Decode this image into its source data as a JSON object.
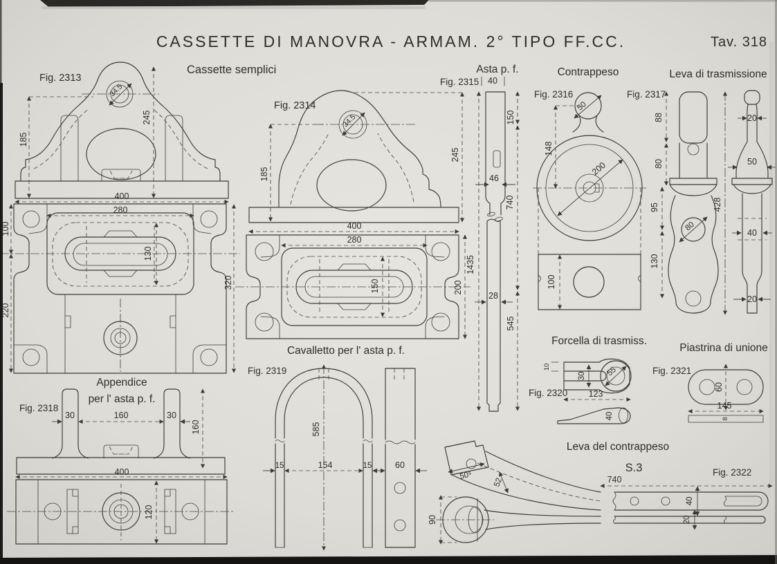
{
  "header": {
    "title": "CASSETTE DI MANOVRA - ARMAM. 2° TIPO FF.CC.",
    "plate": "Tav. 318"
  },
  "figures": {
    "cassette": {
      "section_label": "Cassette semplici",
      "fig2313": "Fig. 2313",
      "fig2314": "Fig. 2314",
      "f2313": {
        "d245": "245",
        "d185": "185",
        "bore": "34.5",
        "d400": "400",
        "d280": "280",
        "d100": "100",
        "d130": "130",
        "d320": "320",
        "d220": "220"
      },
      "f2314": {
        "d185": "185",
        "d245": "245",
        "bore": "34.5",
        "d400": "400",
        "d280": "280",
        "d150": "150",
        "d200": "200"
      }
    },
    "asta": {
      "label": "Asta p. f.",
      "fig": "Fig. 2315",
      "d40": "40",
      "d150": "150",
      "d46": "46",
      "d740": "740",
      "d1435": "1435",
      "d28": "28",
      "d545": "545"
    },
    "contrappeso": {
      "label": "Contrappeso",
      "fig": "Fig. 2316",
      "d50": "50",
      "d148": "148",
      "d200": "200",
      "d100": "100"
    },
    "leva_trasm": {
      "label": "Leva di trasmissione",
      "fig": "Fig. 2317",
      "d88": "88",
      "d80": "80",
      "d95": "95",
      "d130": "130",
      "bore": "80",
      "d428": "428",
      "d20_top": "20",
      "d50": "50",
      "d40": "40",
      "d20_bot": "20"
    },
    "appendice": {
      "label1": "Appendice",
      "label2": "per l' asta p. f.",
      "fig": "Fig. 2318",
      "d30_l": "30",
      "d160": "160",
      "d30_r": "30",
      "d160_v": "160",
      "d400": "400",
      "d120": "120"
    },
    "cavalletto": {
      "label": "Cavalletto per l' asta p. f.",
      "fig": "Fig. 2319",
      "d585": "585",
      "d15_l": "15",
      "d154": "154",
      "d15_r": "15",
      "d60": "60"
    },
    "forcella": {
      "label": "Forcella di trasmiss.",
      "fig": "Fig. 2320",
      "d10": "10",
      "d30": "30",
      "d55": "55",
      "d123": "123",
      "d40": "40"
    },
    "piastrina": {
      "label": "Piastrina di unione",
      "fig": "Fig. 2321",
      "d60": "60",
      "d145": "145",
      "d8": "8"
    },
    "leva_contr": {
      "label": "Leva del contrappeso",
      "fig": "Fig. 2322",
      "section": "S.3",
      "d50_5": "50⁵",
      "d52": "52",
      "d90": "90",
      "d740": "740",
      "d40": "40",
      "d20": "20"
    }
  }
}
